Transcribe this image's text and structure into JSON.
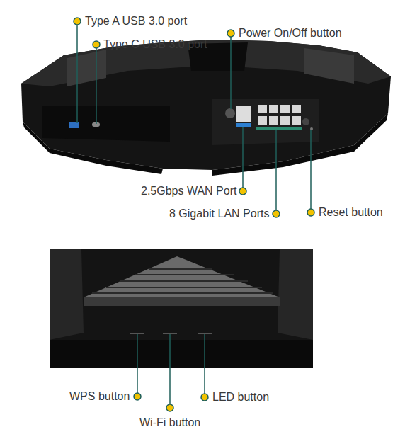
{
  "diagram": {
    "labels": [
      "Type A USB 3.0 port",
      "Type C USB 3.0 port",
      "Power On/Off button",
      "2.5Gbps WAN Port",
      "8 Gigabit LAN Ports",
      "Reset button",
      "WPS button",
      "Wi-Fi button",
      "LED button"
    ]
  }
}
